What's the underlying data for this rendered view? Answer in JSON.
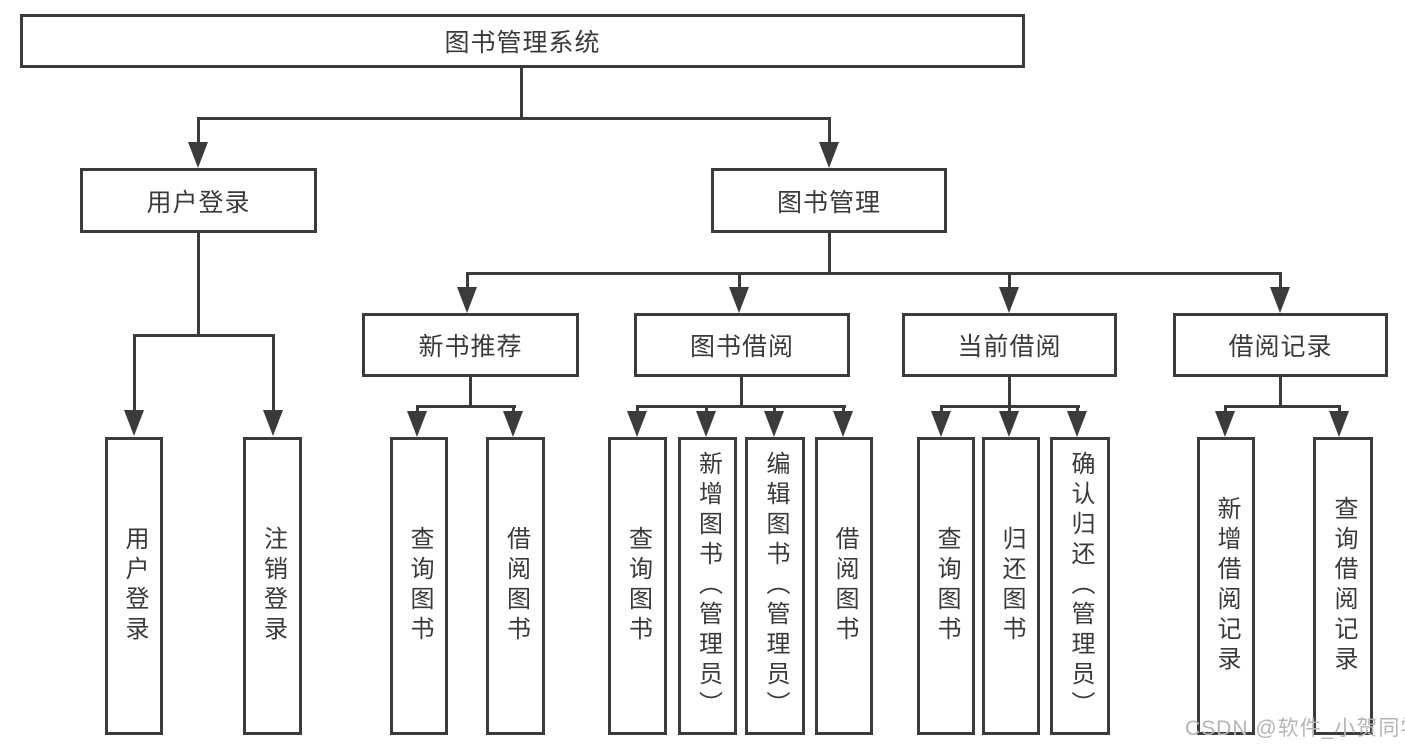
{
  "colors": {
    "line": "#3b3b3b",
    "text": "#3a3a3a",
    "box_fill": "#ffffff",
    "watermark": "#b5b5b5",
    "background": "#ffffff"
  },
  "tree": {
    "root": {
      "label": "图书管理系统"
    },
    "level2": [
      {
        "label": "用户登录"
      },
      {
        "label": "图书管理"
      }
    ],
    "level3": [
      {
        "label": "新书推荐"
      },
      {
        "label": "图书借阅"
      },
      {
        "label": "当前借阅"
      },
      {
        "label": "借阅记录"
      }
    ],
    "leaves": {
      "user_login": [
        {
          "label": "用户登录"
        },
        {
          "label": "注销登录"
        }
      ],
      "new_book": [
        {
          "label": "查询图书"
        },
        {
          "label": "借阅图书"
        }
      ],
      "book_borrow": [
        {
          "label": "查询图书"
        },
        {
          "label": "新增图书（管理员）"
        },
        {
          "label": "编辑图书（管理员）"
        },
        {
          "label": "借阅图书"
        }
      ],
      "current_borrow": [
        {
          "label": "查询图书"
        },
        {
          "label": "归还图书"
        },
        {
          "label": "确认归还（管理员）"
        }
      ],
      "borrow_records": [
        {
          "label": "新增借阅记录"
        },
        {
          "label": "查询借阅记录"
        }
      ]
    }
  },
  "watermark": {
    "text": "CSDN @软件_小贺同学"
  }
}
